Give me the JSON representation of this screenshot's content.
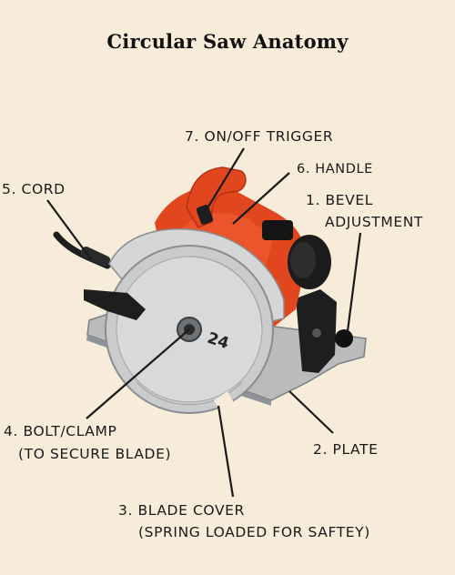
{
  "title": "Circular Saw Anatomy",
  "labels": {
    "trigger": "7.  ON/OFF TRIGGER",
    "handle": "6. HANDLE",
    "bevel_line1": "1.  BEVEL",
    "bevel_line2": "ADJUSTMENT",
    "cord": "5. CORD",
    "bolt_line1": "4. BOLT/CLAMP",
    "bolt_line2": "(TO SECURE BLADE)",
    "plate": "2. PLATE",
    "blade_cover_line1": "3.  BLADE COVER",
    "blade_cover_line2": "(SPRING LOADED FOR SAFTEY)"
  },
  "blade_marking": "24",
  "colors": {
    "background": "#f6ecd9",
    "housing": "#e2461e",
    "blade": "#c9cbcc",
    "plate": "#b9bbbd",
    "dark_parts": "#1e1e1e"
  }
}
